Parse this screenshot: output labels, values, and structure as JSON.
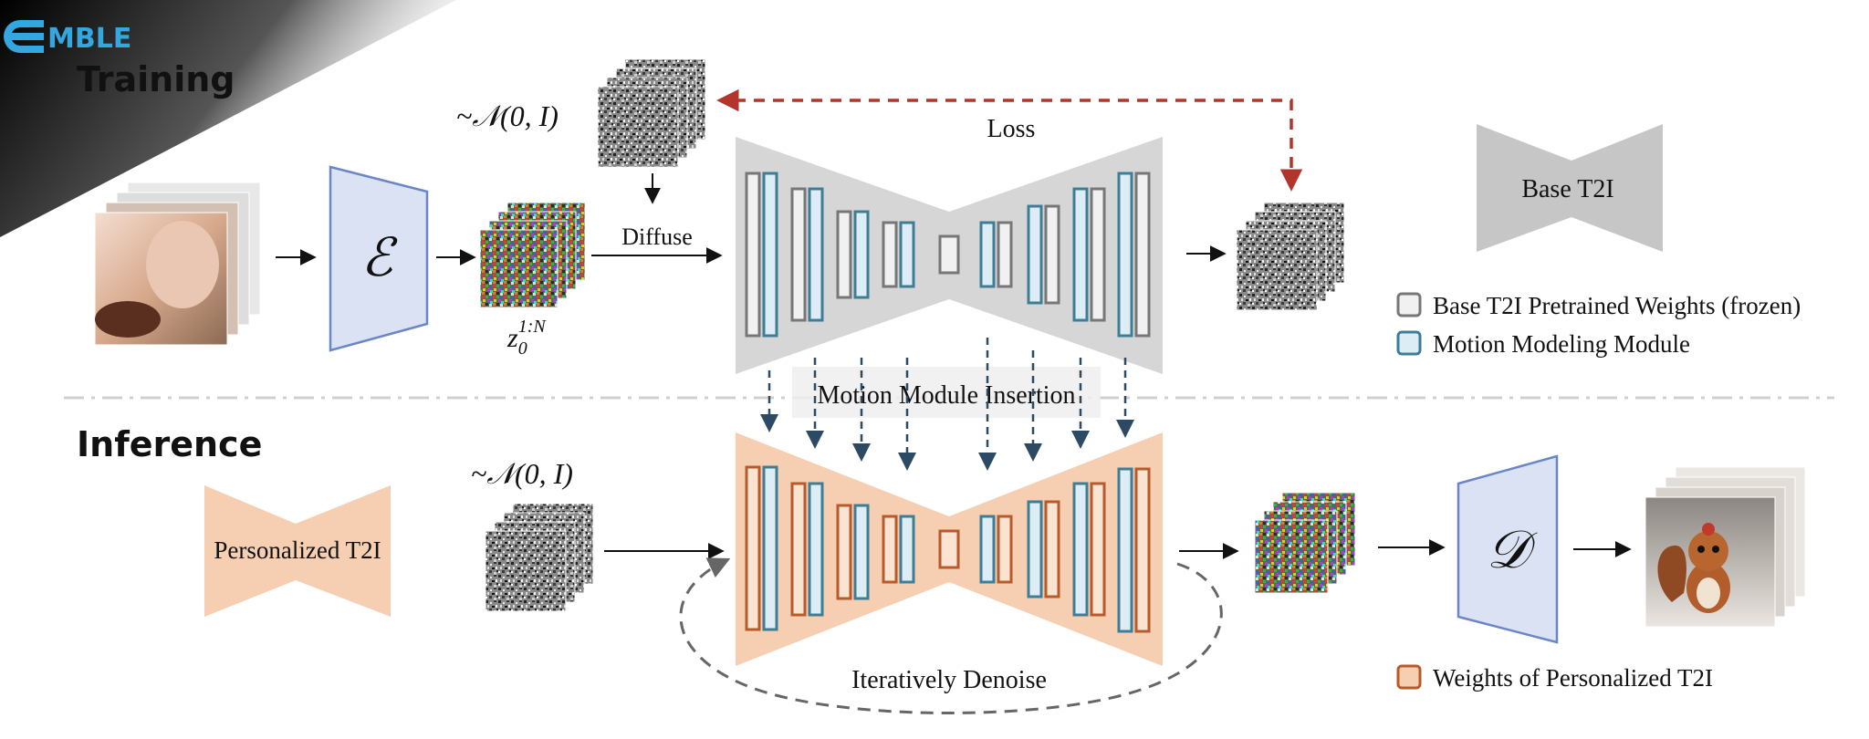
{
  "logo": {
    "text": "MBLE",
    "color": "#33a8e0"
  },
  "sections": {
    "training_label": "Training",
    "inference_label": "Inference"
  },
  "training": {
    "noise_label": "~𝒩(0, I)",
    "encoder_symbol": "ℰ",
    "latent_label": "z",
    "latent_sub": "0",
    "latent_sup": "1:N",
    "diffuse_label": "Diffuse",
    "loss_label": "Loss"
  },
  "insertion_label": "Motion Module Insertion",
  "inference": {
    "personalized_label": "Personalized T2I",
    "noise_label": "~𝒩(0, I)",
    "decoder_symbol": "𝒟",
    "denoise_label": "Iteratively Denoise"
  },
  "legend": {
    "base_t2i_label": "Base T2I",
    "items": [
      {
        "label": "Base T2I Pretrained Weights (frozen)",
        "fill": "#f1f1f1",
        "stroke": "#777777"
      },
      {
        "label": "Motion Modeling Module",
        "fill": "#dcedf5",
        "stroke": "#3f7d96"
      },
      {
        "label": "Weights of Personalized T2I",
        "fill": "#f6cfb2",
        "stroke": "#b75b2c"
      }
    ]
  },
  "colors": {
    "gray_unet": "#d6d6d6",
    "orange_unet": "#f6cfb2",
    "encoder_fill": "#dbe2f4",
    "encoder_stroke": "#6b86c6",
    "loss_arrow": "#b3342a",
    "insert_arrow": "#2c4a63"
  }
}
